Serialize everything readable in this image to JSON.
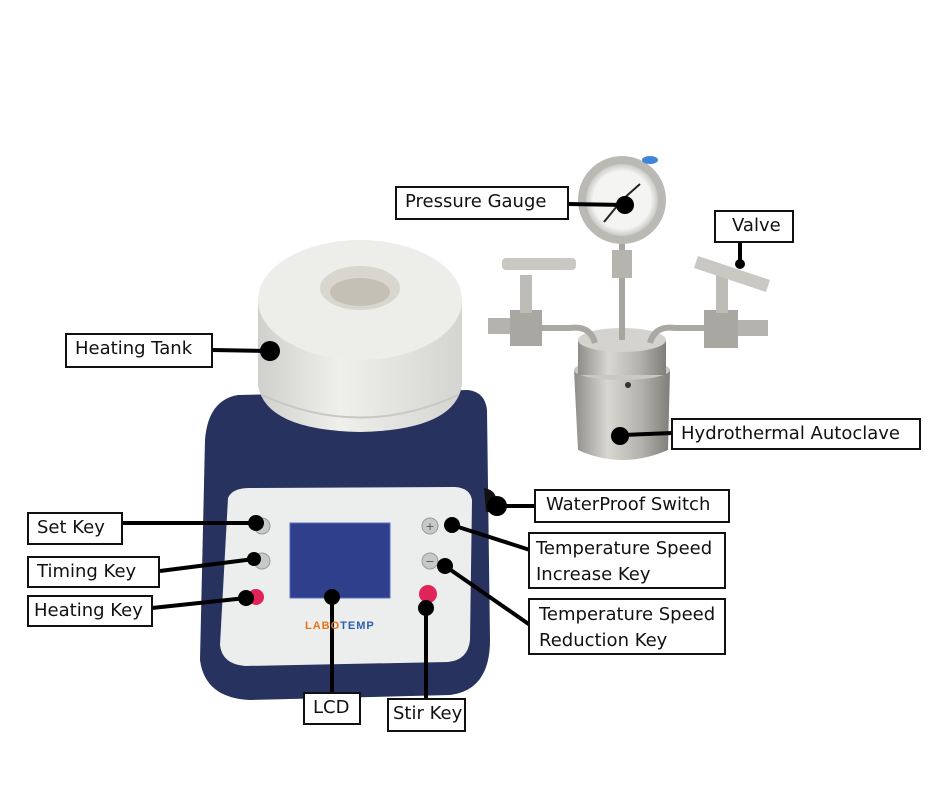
{
  "diagram": {
    "subject": "Hydrothermal autoclave with heating stirrer",
    "brand": {
      "part1": "LAB",
      "part2": "O",
      "part3": "TEMP"
    },
    "colors": {
      "base_navy": "#27325e",
      "panel": "#eceeed",
      "lcd": "#2f3f8c",
      "heating_tank": "#e6e6e2",
      "steel": "#b7b6b1",
      "key_red": "#e0245a",
      "key_grey": "#c8c8c8",
      "callout_line": "#000000",
      "label_border": "#111111"
    },
    "labels": {
      "pressure_gauge": "Pressure Gauge",
      "valve": "Valve",
      "heating_tank": "Heating Tank",
      "hydrothermal_autoclave": "Hydrothermal Autoclave",
      "waterproof_switch": "WaterProof Switch",
      "temp_speed_increase": "Temperature Speed Increase Key",
      "temp_speed_reduction": "Temperature Speed Reduction Key",
      "set_key": "Set Key",
      "timing_key": "Timing Key",
      "heating_key": "Heating Key",
      "lcd": "LCD",
      "stir_key": "Stir Key"
    }
  }
}
